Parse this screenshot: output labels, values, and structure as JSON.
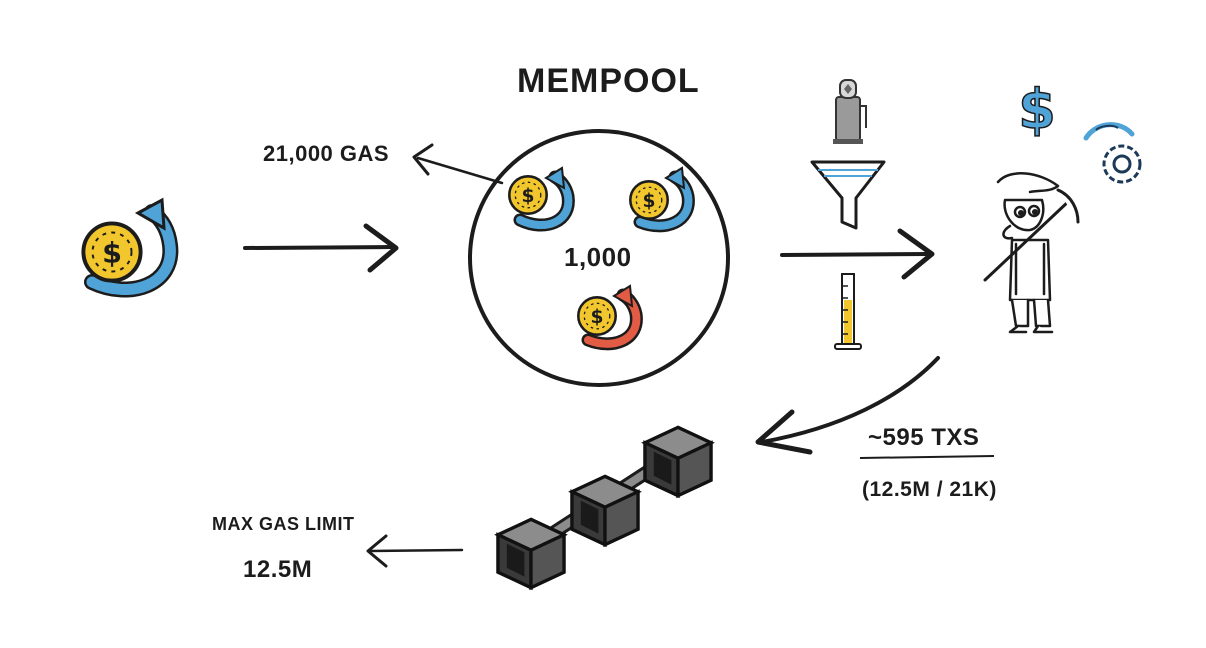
{
  "diagram": {
    "title": "MEMPOOL",
    "transaction_gas": "21,000 GAS",
    "mempool_count": "1,000",
    "txs_per_block": "~595 TXS",
    "txs_formula": "(12.5M / 21K)",
    "max_gas_label": "MAX GAS LIMIT",
    "max_gas_value": "12.5M"
  },
  "icons": {
    "transaction": "coin-with-refresh-arrow-icon",
    "gas_pump": "gas-pump-icon",
    "filter": "funnel-icon",
    "measure": "graduated-cylinder-icon",
    "miner": "miner-character",
    "dollar": "dollar-sign-icon",
    "gears": "gears-icon",
    "blockchain": "blockchain-cubes"
  },
  "colors": {
    "coin_fill": "#f2c62d",
    "arrow_blue": "#4fa3d6",
    "arrow_red": "#e25b45",
    "cube": "#4a4a4a",
    "ink": "#1c1c1c"
  }
}
